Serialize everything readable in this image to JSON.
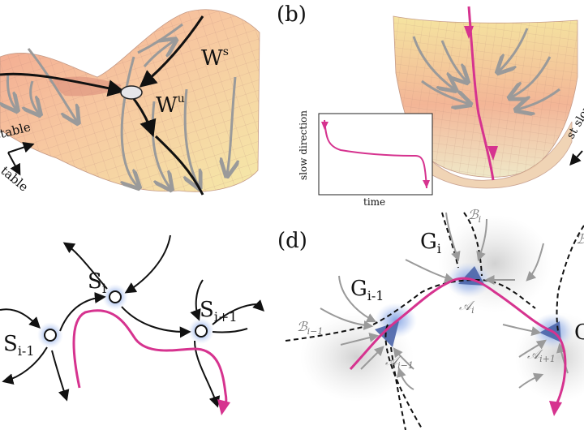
{
  "panel_b": {
    "letter": "(b)",
    "inset": {
      "ylabel": "slow direction",
      "xlabel": "time"
    },
    "side_text": "st slow"
  },
  "panel_a": {
    "ws_label": "W",
    "ws_sup": "s",
    "wu_label": "W",
    "wu_sup": "u",
    "axis_top": "stable",
    "axis_bottom": "table"
  },
  "panel_c": {
    "s_prev": "S",
    "s_prev_sub": "i-1",
    "s_cur": "S",
    "s_cur_sub": "i",
    "s_next": "S",
    "s_next_sub": "i+1"
  },
  "panel_d": {
    "letter": "(d)",
    "g_prev": "G",
    "g_prev_sub": "i-1",
    "g_cur": "G",
    "g_cur_sub": "i",
    "g_next": "G",
    "b_prev": "ℬ",
    "b_prev_sub": "i−1",
    "b_cur": "ℬ",
    "b_cur_sub": "i",
    "b_next": "ℬ",
    "a_prev": "𝒜",
    "a_prev_sub": "i−1",
    "a_cur": "𝒜",
    "a_cur_sub": "i",
    "a_next": "𝒜",
    "a_next_sub": "i+1"
  },
  "colors": {
    "pink": "#d6338f",
    "gray_arrow": "#9a9a9a",
    "glow": "#7d9fe0",
    "surface_warm": "#f2a58e",
    "surface_light": "#f5e9a8"
  }
}
